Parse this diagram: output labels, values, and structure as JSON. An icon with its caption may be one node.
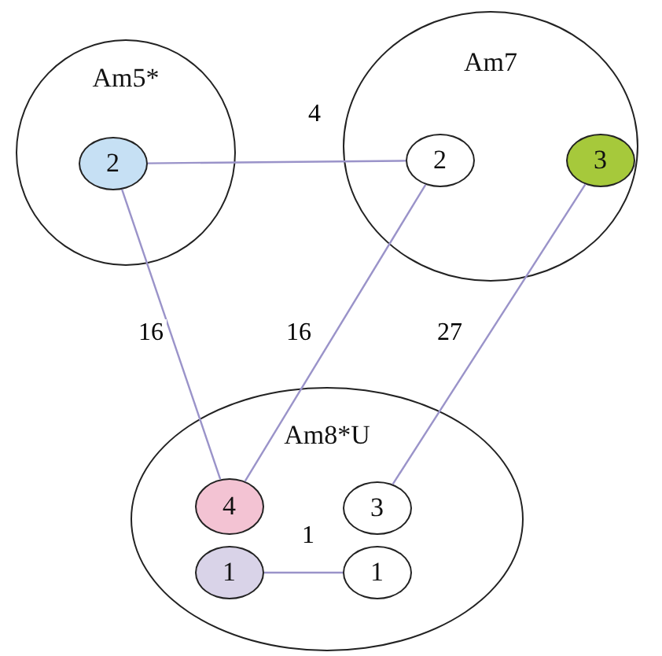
{
  "diagram": {
    "nodes": [
      {
        "text": [
          "Am5*"
        ]
      },
      {
        "text": [
          "2"
        ],
        "in": 0
      },
      {
        "text": [
          "Am7"
        ]
      },
      {
        "text": [
          "2"
        ],
        "in": 2
      },
      {
        "text": [
          "3"
        ],
        "in": 2
      },
      {
        "text": [
          "Am8*U"
        ]
      },
      {
        "text": [
          "4"
        ],
        "in": 5
      },
      {
        "text": [
          "3"
        ],
        "in": 5
      },
      {
        "text": [
          "1"
        ],
        "in": 5
      },
      {
        "text": [
          "1"
        ],
        "in": 5
      }
    ],
    "edges": [
      {
        "from": 1,
        "to": 3,
        "arrow": "none",
        "label": "4"
      },
      {
        "from": 1,
        "to": 6,
        "arrow": "none",
        "label": "16"
      },
      {
        "from": 3,
        "to": 6,
        "arrow": "none",
        "label": "16"
      },
      {
        "from": 4,
        "to": 7,
        "arrow": "none",
        "label": "27"
      },
      {
        "from": 8,
        "to": 9,
        "arrow": "none",
        "label": "1"
      }
    ]
  }
}
